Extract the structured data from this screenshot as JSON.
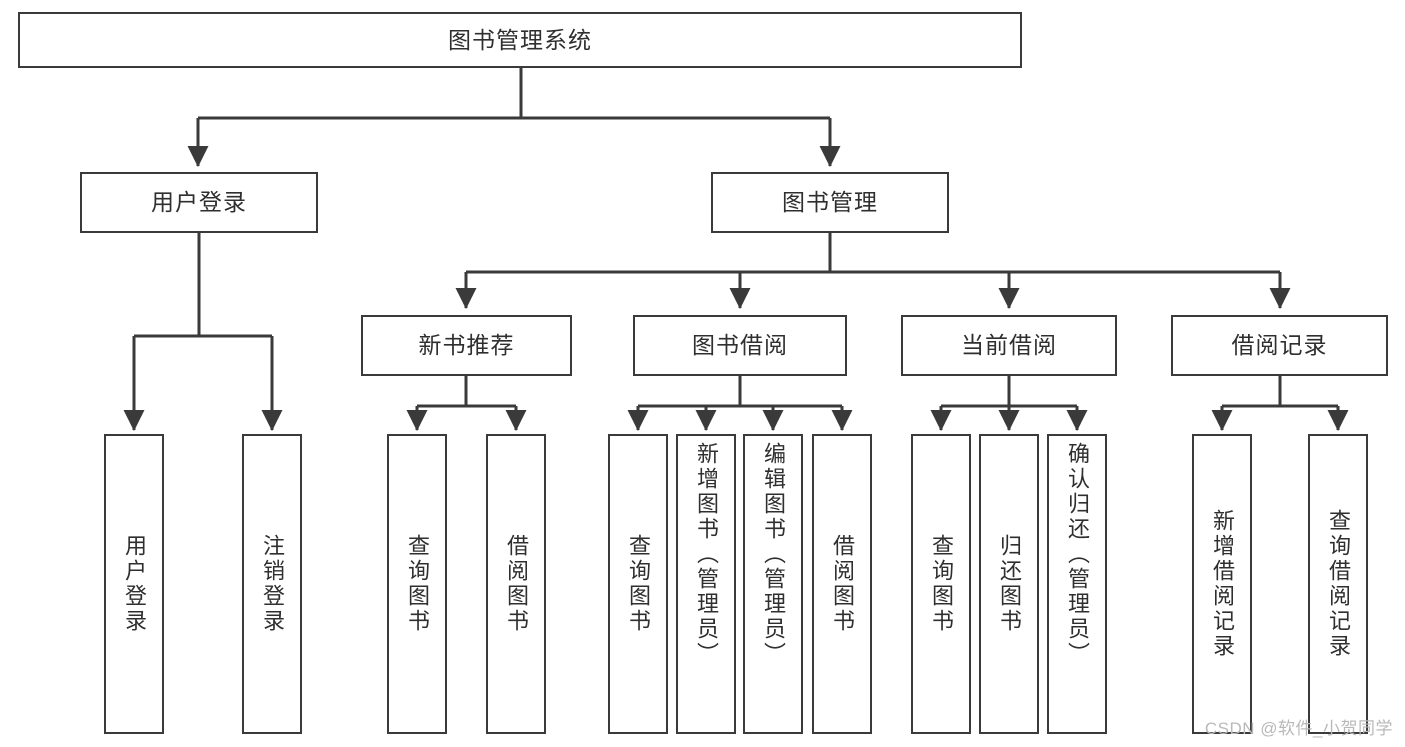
{
  "diagram": {
    "type": "tree",
    "title": "图书管理系统",
    "orientation": "top-down",
    "colors": {
      "stroke": "#3a3a3a",
      "fill": "#ffffff",
      "text": "#2f2f2f",
      "watermark": "#b9b9b9"
    },
    "watermark": "CSDN @软件_小贺同学"
  },
  "nodes": {
    "root": {
      "label": "图书管理系统",
      "level": 1
    },
    "level2": [
      {
        "id": "user-login",
        "label": "用户登录",
        "level": 2
      },
      {
        "id": "book-manage",
        "label": "图书管理",
        "level": 2
      }
    ],
    "level3": [
      {
        "id": "new-book-rec",
        "label": "新书推荐",
        "level": 3
      },
      {
        "id": "book-borrow",
        "label": "图书借阅",
        "level": 3
      },
      {
        "id": "current-borrow",
        "label": "当前借阅",
        "level": 3
      },
      {
        "id": "borrow-record",
        "label": "借阅记录",
        "level": 3
      }
    ],
    "leaves": {
      "user-login": [
        {
          "id": "leaf-user-login",
          "label": "用户登录"
        },
        {
          "id": "leaf-user-logout",
          "label": "注销登录"
        }
      ],
      "new-book-rec": [
        {
          "id": "leaf-query-book-1",
          "label": "查询图书"
        },
        {
          "id": "leaf-borrow-book-1",
          "label": "借阅图书"
        }
      ],
      "book-borrow": [
        {
          "id": "leaf-query-book-2",
          "label": "查询图书"
        },
        {
          "id": "leaf-add-book",
          "label": "新增图书（管理员）"
        },
        {
          "id": "leaf-edit-book",
          "label": "编辑图书（管理员）"
        },
        {
          "id": "leaf-borrow-book-2",
          "label": "借阅图书"
        }
      ],
      "current-borrow": [
        {
          "id": "leaf-query-book-3",
          "label": "查询图书"
        },
        {
          "id": "leaf-return-book",
          "label": "归还图书"
        },
        {
          "id": "leaf-confirm-return",
          "label": "确认归还（管理员）"
        }
      ],
      "borrow-record": [
        {
          "id": "leaf-add-record",
          "label": "新增借阅记录"
        },
        {
          "id": "leaf-query-record",
          "label": "查询借阅记录"
        }
      ]
    }
  },
  "edges": [
    {
      "from": "图书管理系统",
      "to": "用户登录"
    },
    {
      "from": "图书管理系统",
      "to": "图书管理"
    },
    {
      "from": "图书管理",
      "to": "新书推荐"
    },
    {
      "from": "图书管理",
      "to": "图书借阅"
    },
    {
      "from": "图书管理",
      "to": "当前借阅"
    },
    {
      "from": "图书管理",
      "to": "借阅记录"
    },
    {
      "from": "用户登录",
      "to": "用户登录"
    },
    {
      "from": "用户登录",
      "to": "注销登录"
    },
    {
      "from": "新书推荐",
      "to": "查询图书"
    },
    {
      "from": "新书推荐",
      "to": "借阅图书"
    },
    {
      "from": "图书借阅",
      "to": "查询图书"
    },
    {
      "from": "图书借阅",
      "to": "新增图书（管理员）"
    },
    {
      "from": "图书借阅",
      "to": "编辑图书（管理员）"
    },
    {
      "from": "图书借阅",
      "to": "借阅图书"
    },
    {
      "from": "当前借阅",
      "to": "查询图书"
    },
    {
      "from": "当前借阅",
      "to": "归还图书"
    },
    {
      "from": "当前借阅",
      "to": "确认归还（管理员）"
    },
    {
      "from": "借阅记录",
      "to": "新增借阅记录"
    },
    {
      "from": "借阅记录",
      "to": "查询借阅记录"
    }
  ]
}
